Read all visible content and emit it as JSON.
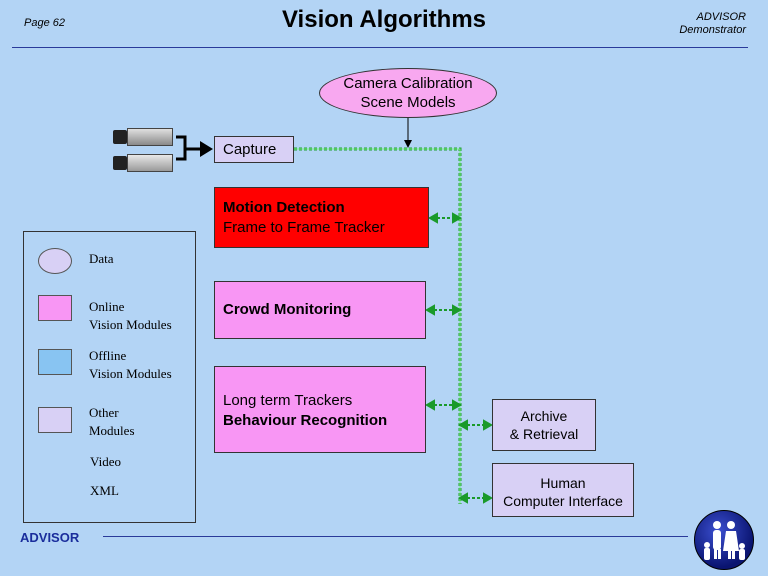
{
  "header": {
    "page": "Page 62",
    "title": "Vision Algorithms",
    "brand_line1": "ADVISOR",
    "brand_line2": "Demonstrator"
  },
  "footer": {
    "brand": "ADVISOR"
  },
  "nodes": {
    "calibration": {
      "line1": "Camera Calibration",
      "line2": "Scene Models"
    },
    "capture": "Capture",
    "motion": {
      "line1": "Motion Detection",
      "line2": "Frame to Frame Tracker"
    },
    "crowd": "Crowd Monitoring",
    "longterm": {
      "line1": "Long term Trackers",
      "line2": "Behaviour Recognition"
    },
    "archive": {
      "line1": "Archive",
      "line2": "& Retrieval"
    },
    "hci": {
      "line1": "Human",
      "line2": "Computer Interface"
    }
  },
  "legend": {
    "data": "Data",
    "online_1": "Online",
    "online_2": "Vision Modules",
    "offline_1": "Offline",
    "offline_2": "Vision Modules",
    "other_1": "Other",
    "other_2": "Modules",
    "video": "Video",
    "xml": "XML"
  },
  "colors": {
    "background": "#b3d4f5",
    "online": "#f896f4",
    "offline": "#88c4f2",
    "other": "#d8d0f5",
    "motion": "#ff0000",
    "video_arrow": "#2e3fd8",
    "xml_arrow": "#22bb33"
  }
}
